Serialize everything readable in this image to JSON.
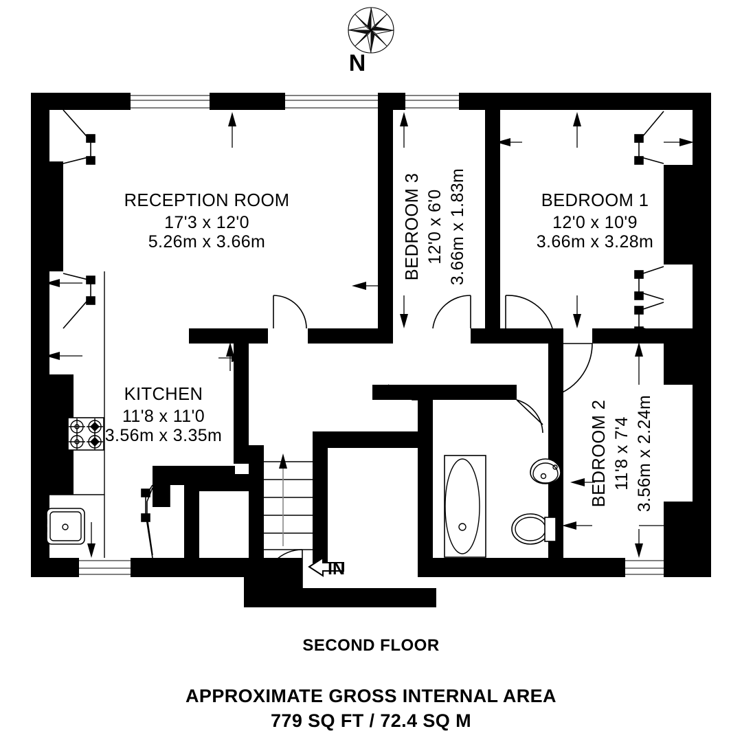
{
  "document": {
    "type": "architectural-floor-plan",
    "floor_caption": "SECOND FLOOR",
    "area_caption_line1": "APPROXIMATE GROSS INTERNAL AREA",
    "area_caption_line2": "779 SQ FT / 72.4 SQ M"
  },
  "compass": {
    "label": "N",
    "icon": "compass-rose-icon"
  },
  "entrance": {
    "label": "IN",
    "icon": "entrance-arrow-icon"
  },
  "rooms": [
    {
      "id": "reception-room",
      "name": "RECEPTION ROOM",
      "imperial": "17'3 x 12'0",
      "metric": "5.26m x 3.66m",
      "orientation": "horizontal"
    },
    {
      "id": "bedroom-3",
      "name": "BEDROOM 3",
      "imperial": "12'0 x 6'0",
      "metric": "3.66m x 1.83m",
      "orientation": "vertical"
    },
    {
      "id": "bedroom-1",
      "name": "BEDROOM 1",
      "imperial": "12'0 x 10'9",
      "metric": "3.66m x 3.28m",
      "orientation": "horizontal"
    },
    {
      "id": "kitchen",
      "name": "KITCHEN",
      "imperial": "11'8 x 11'0",
      "metric": "3.56m x 3.35m",
      "orientation": "horizontal"
    },
    {
      "id": "bedroom-2",
      "name": "BEDROOM 2",
      "imperial": "11'8 x 7'4",
      "metric": "3.56m x 2.24m",
      "orientation": "vertical"
    }
  ],
  "fixtures": [
    {
      "id": "kitchen-hob",
      "icon": "hob-icon"
    },
    {
      "id": "kitchen-sink",
      "icon": "sink-icon"
    },
    {
      "id": "bathroom-bathtub",
      "icon": "bathtub-icon"
    },
    {
      "id": "bathroom-basin",
      "icon": "washbasin-icon"
    },
    {
      "id": "bathroom-toilet",
      "icon": "toilet-icon"
    },
    {
      "id": "staircase",
      "icon": "stairs-up-icon"
    }
  ],
  "colors": {
    "wall": "#000000",
    "background": "#ffffff",
    "text": "#000000"
  }
}
